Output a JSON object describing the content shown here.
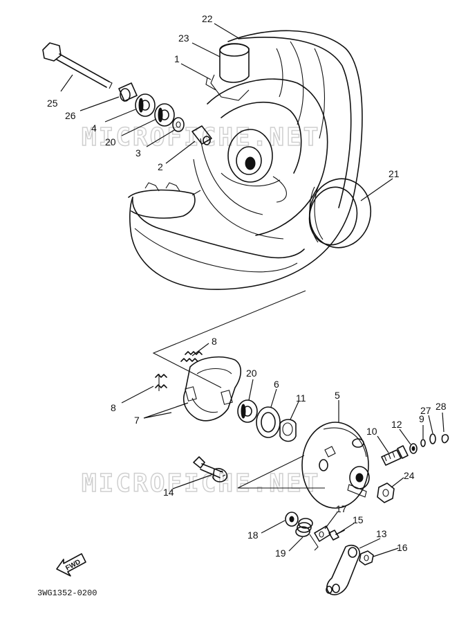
{
  "callouts": [
    {
      "id": "c22",
      "text": "22"
    },
    {
      "id": "c23",
      "text": "23"
    },
    {
      "id": "c1",
      "text": "1"
    },
    {
      "id": "c25",
      "text": "25"
    },
    {
      "id": "c26",
      "text": "26"
    },
    {
      "id": "c4",
      "text": "4"
    },
    {
      "id": "c20a",
      "text": "20"
    },
    {
      "id": "c3",
      "text": "3"
    },
    {
      "id": "c2",
      "text": "2"
    },
    {
      "id": "c21",
      "text": "21"
    },
    {
      "id": "c8a",
      "text": "8"
    },
    {
      "id": "c8b",
      "text": "8"
    },
    {
      "id": "c7",
      "text": "7"
    },
    {
      "id": "c20b",
      "text": "20"
    },
    {
      "id": "c6",
      "text": "6"
    },
    {
      "id": "c11",
      "text": "11"
    },
    {
      "id": "c5",
      "text": "5"
    },
    {
      "id": "c10",
      "text": "10"
    },
    {
      "id": "c12",
      "text": "12"
    },
    {
      "id": "c9",
      "text": "9"
    },
    {
      "id": "c27",
      "text": "27"
    },
    {
      "id": "c28",
      "text": "28"
    },
    {
      "id": "c14",
      "text": "14"
    },
    {
      "id": "c24",
      "text": "24"
    },
    {
      "id": "c17",
      "text": "17"
    },
    {
      "id": "c15",
      "text": "15"
    },
    {
      "id": "c13",
      "text": "13"
    },
    {
      "id": "c18",
      "text": "18"
    },
    {
      "id": "c19",
      "text": "19"
    },
    {
      "id": "c16",
      "text": "16"
    }
  ],
  "diagram_code": "3WG1352-0200",
  "fwd_label": "FWD",
  "watermark": "MICROFICHE.NET"
}
